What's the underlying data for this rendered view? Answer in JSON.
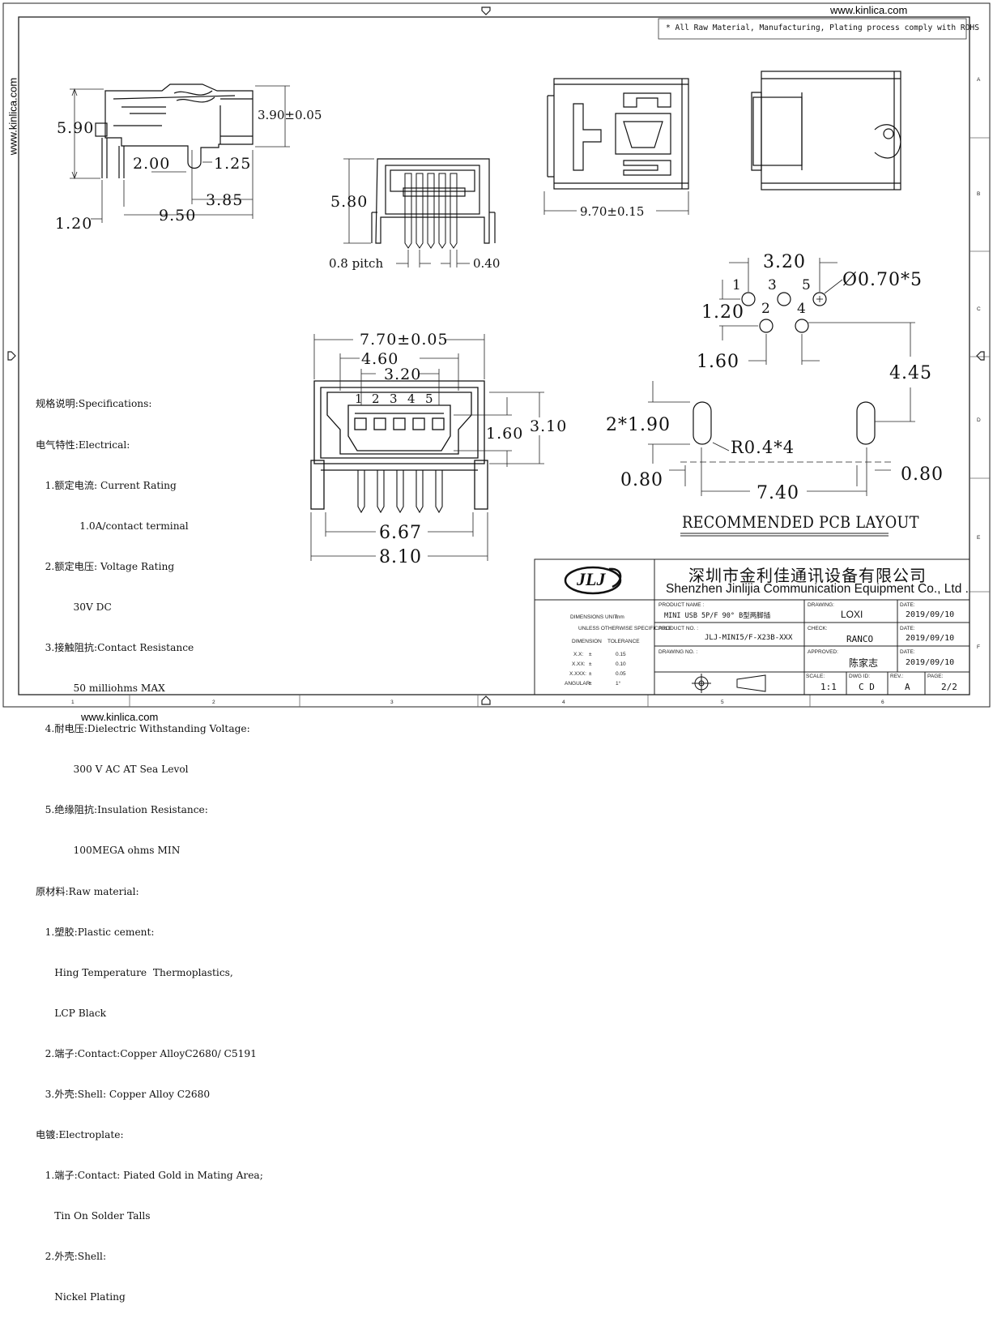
{
  "header": {
    "url_top": "www.kinlica.com",
    "url_left": "www.kinlica.com",
    "url_bottom": "www.kinlica.com",
    "rohs_note": "* All Raw Material, Manufacturing, Plating process comply with ROHS"
  },
  "border": {
    "row_marks": [
      "A",
      "B",
      "C",
      "D",
      "E",
      "F"
    ],
    "col_marks": [
      "1",
      "2",
      "3",
      "4",
      "5",
      "6"
    ]
  },
  "dims": {
    "side": {
      "h_total": "5.90",
      "h_body": "3.90±0.05",
      "slot_w": "2.00",
      "slot_r": "1.25",
      "tail": "3.85",
      "lead": "1.20",
      "len": "9.50"
    },
    "front_small": {
      "height": "5.80",
      "pitch": "0.8 pitch",
      "pin_w": "0.40"
    },
    "top": {
      "length": "9.70±0.15"
    },
    "front_large": {
      "overall": "7.70±0.05",
      "pin_span": "4.60",
      "center": "3.20",
      "depth": "1.60",
      "height": "3.10",
      "tail_span": "6.67",
      "body_w": "8.10",
      "pins": [
        "1",
        "2",
        "3",
        "4",
        "5"
      ]
    },
    "pcb": {
      "pitch": "3.20",
      "hole": "Ø0.70*5",
      "row": "1.20",
      "span": "1.60",
      "offset": "4.45",
      "slot": "2*1.90",
      "radius": "R0.4*4",
      "slot_w_l": "0.80",
      "slot_w_r": "0.80",
      "span2": "7.40",
      "pins": [
        "1",
        "2",
        "3",
        "4",
        "5"
      ],
      "title": "RECOMMENDED PCB LAYOUT"
    }
  },
  "specs": [
    "规格说明:Specifications:",
    "电气特性:Electrical:",
    "   1.额定电流: Current Rating",
    "              1.0A/contact terminal",
    "   2.额定电压: Voltage Rating",
    "            30V DC",
    "   3.接触阻抗:Contact Resistance",
    "            50 milliohms MAX",
    "   4.耐电压:Dielectric Withstanding Voltage:",
    "            300 V AC AT Sea Levol",
    "   5.绝缘阻抗:Insulation Resistance:",
    "            100MEGA ohms MIN",
    "原材料:Raw material:",
    "   1.塑胶:Plastic cement:",
    "      Hing Temperature  Thermoplastics,",
    "      LCP Black",
    "   2.端子:Contact:Copper AlloyC2680/ C5191",
    "   3.外壳:Shell: Copper Alloy C2680",
    "电镀:Electroplate:",
    "   1.端子:Contact: Piated Gold in Mating Area;",
    "      Tin On Solder Talls",
    "   2.外壳:Shell:",
    "      Nickel Plating"
  ],
  "title_block": {
    "logo": "JLJ",
    "company_cn": "深圳市金利佳通讯设备有限公司",
    "company_en": "Shenzhen Jinlijia Communication Equipment Co., Ltd .",
    "dim_unit_label": "DIMENSIONS UNIT:",
    "dim_unit": "mm",
    "unless_label": "UNLESS OTHERWISE SPECIFICABLE",
    "dimension_label": "DIMENSION",
    "tolerance_label": "TOLERANCE",
    "tol_rows": [
      {
        "dim": "X.X:",
        "sym": "±",
        "tol": "0.15"
      },
      {
        "dim": "X.XX:",
        "sym": "±",
        "tol": "0.10"
      },
      {
        "dim": "X.XXX:",
        "sym": "±",
        "tol": "0.05"
      },
      {
        "dim": "ANGULAR:",
        "sym": "±",
        "tol": "1°"
      }
    ],
    "product_name_label": "PRODUCT NAME :",
    "product_name": "MINI USB 5P/F 90°  B型两脚插",
    "product_no_label": "PRODUCT NO. :",
    "product_no": "JLJ-MINI5/F-X23B-XXX",
    "drawing_no_label": "DRAWING NO. :",
    "drawing_label": "DRAWING:",
    "drawing_by": "LOXI",
    "check_label": "CHECK:",
    "check_by": "RANCO",
    "approved_label": "APPROVED:",
    "approved_by": "陈家志",
    "date_label": "DATE:",
    "date1": "2019/09/10",
    "date2": "2019/09/10",
    "date3": "2019/09/10",
    "scale_label": "SCALE:",
    "scale": "1:1",
    "dwg_id_label": "DWG ID:",
    "dwg_id": "C D",
    "rev_label": "REV.:",
    "rev": "A",
    "page_label": "PAGE:",
    "page": "2/2"
  }
}
